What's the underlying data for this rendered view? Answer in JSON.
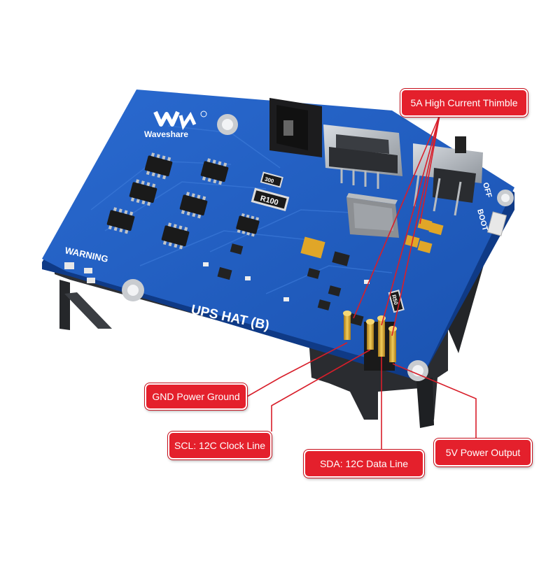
{
  "board": {
    "brand": "Waveshare",
    "title": "UPS HAT (B)",
    "warning_label": "WARNING",
    "switch_off_label": "OFF",
    "boot_label": "BOOT",
    "resistor_label": "R100",
    "small_resistor_label": "300",
    "corner_resistor_label": "R50"
  },
  "callouts": {
    "thimble": "5A High Current Thimble",
    "gnd": "GND Power Ground",
    "scl": "SCL: 12C Clock Line",
    "sda": "SDA: 12C Data Line",
    "v5": "5V Power Output"
  },
  "colors": {
    "pcb": "#1f5fc4",
    "callout": "#e4202c",
    "leader_line": "#d81e2a"
  }
}
